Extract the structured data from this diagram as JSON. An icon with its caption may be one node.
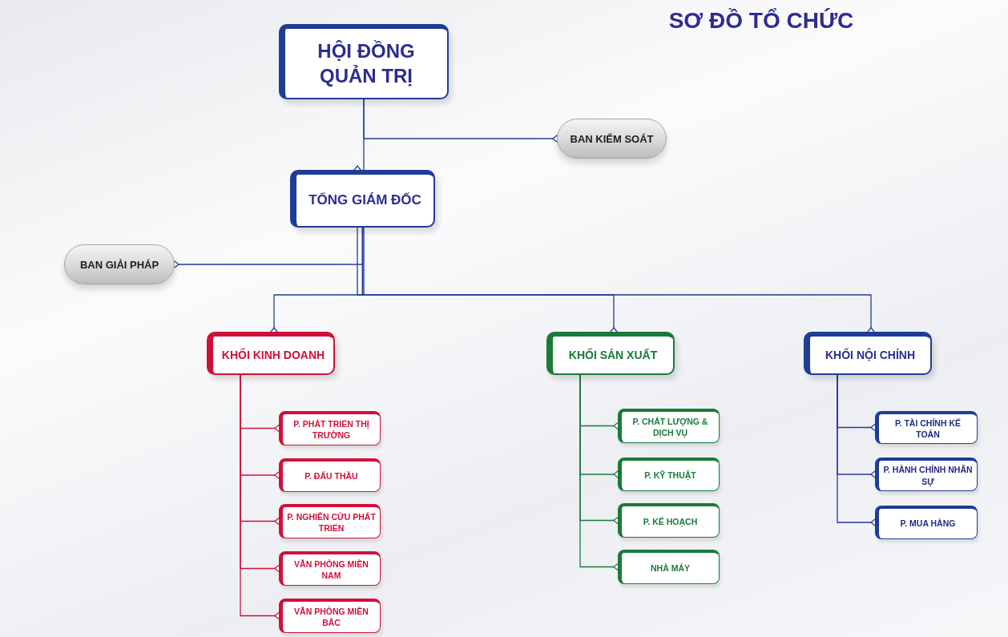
{
  "diagram": {
    "title": "SƠ ĐỒ TỔ CHỨC",
    "nodes": [
      {
        "text": [
          "HỘI ĐỒNG QUẢN TRỊ"
        ]
      },
      {
        "text": [
          "BAN KIỂM SOÁT"
        ]
      },
      {
        "text": [
          "TỔNG GIÁM ĐỐC"
        ]
      },
      {
        "text": [
          "BAN GIẢI PHÁP"
        ]
      },
      {
        "text": [
          "KHỐI KINH DOANH"
        ]
      },
      {
        "text": [
          "KHỐI SẢN XUẤT"
        ]
      },
      {
        "text": [
          "KHỐI NỘI CHÍNH"
        ]
      },
      {
        "text": [
          "P. PHÁT TRIỂN THỊ TRƯỜNG"
        ]
      },
      {
        "text": [
          "P. ĐẤU THẦU"
        ]
      },
      {
        "text": [
          "P. NGHIÊN CỨU PHÁT TRIỂN"
        ]
      },
      {
        "text": [
          "VĂN PHÒNG MIỀN NAM"
        ]
      },
      {
        "text": [
          "VĂN PHÒNG MIỀN BẮC"
        ]
      },
      {
        "text": [
          "P. CHẤT LƯỢNG & DỊCH VỤ"
        ]
      },
      {
        "text": [
          "P. KỸ THUẬT"
        ]
      },
      {
        "text": [
          "P. KẾ HOẠCH"
        ]
      },
      {
        "text": [
          "NHÀ MÁY"
        ]
      },
      {
        "text": [
          "P. TÀI CHÍNH KẾ TOÁN"
        ]
      },
      {
        "text": [
          "P. HÀNH CHÍNH NHÂN SỰ"
        ]
      },
      {
        "text": [
          "P. MUA HÀNG"
        ]
      }
    ],
    "edges": [
      {
        "from": 0,
        "to": 1,
        "arrow": "other"
      },
      {
        "from": 0,
        "to": 2,
        "arrow": "other"
      },
      {
        "from": 2,
        "to": 3,
        "arrow": "other"
      },
      {
        "from": 2,
        "to": 4,
        "arrow": "other"
      },
      {
        "from": 2,
        "to": 5,
        "arrow": "other"
      },
      {
        "from": 2,
        "to": 6,
        "arrow": "other"
      },
      {
        "from": 4,
        "to": 7,
        "arrow": "other",
        "color": "#d0103a"
      },
      {
        "from": 4,
        "to": 8,
        "arrow": "other",
        "color": "#d0103a"
      },
      {
        "from": 4,
        "to": 9,
        "arrow": "other",
        "color": "#d0103a"
      },
      {
        "from": 4,
        "to": 10,
        "arrow": "other",
        "color": "#d0103a"
      },
      {
        "from": 4,
        "to": 11,
        "arrow": "other",
        "color": "#d0103a"
      },
      {
        "from": 5,
        "to": 12,
        "arrow": "other",
        "color": "#1a7a3a"
      },
      {
        "from": 5,
        "to": 13,
        "arrow": "other",
        "color": "#1a7a3a"
      },
      {
        "from": 5,
        "to": 14,
        "arrow": "other",
        "color": "#1a7a3a"
      },
      {
        "from": 5,
        "to": 15,
        "arrow": "other",
        "color": "#1a7a3a"
      },
      {
        "from": 6,
        "to": 16,
        "arrow": "other"
      },
      {
        "from": 6,
        "to": 17,
        "arrow": "other"
      },
      {
        "from": 6,
        "to": 18,
        "arrow": "other"
      }
    ]
  }
}
